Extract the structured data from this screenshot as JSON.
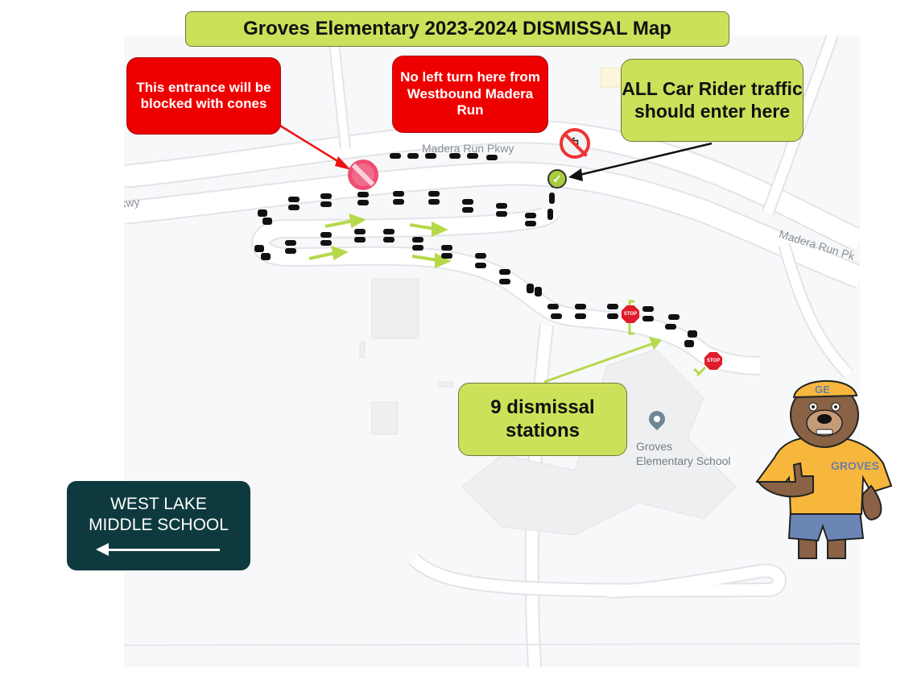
{
  "title": "Groves Elementary 2023-2024 DISMISSAL Map",
  "callouts": {
    "blocked_entrance": "This entrance will be blocked with cones",
    "no_left_turn": "No left turn here from Westbound Madera Run",
    "car_rider_entry": "ALL Car Rider traffic should enter here",
    "stations": "9 dismissal stations"
  },
  "sign": {
    "line1": "WEST LAKE",
    "line2": "MIDDLE SCHOOL",
    "direction": "left-arrow"
  },
  "map_labels": {
    "road_top": "Madera Run Pkwy",
    "road_left": "Pkwy",
    "road_right": "Madera Run Pk",
    "poi_line1": "Groves",
    "poi_line2": "Elementary School"
  },
  "icons": {
    "no_left_turn": "no-left-turn-icon",
    "blocked": "do-not-enter-icon",
    "entry_check": "checkmark-icon",
    "stop": "STOP",
    "mascot_cap": "GE",
    "mascot_shirt": "GROVES"
  },
  "colors": {
    "callout_red": "#ee0000",
    "callout_green": "#cde05a",
    "sign_bg": "#0e3a3f",
    "arrow_green": "#b5d94a"
  },
  "station_count": 9
}
